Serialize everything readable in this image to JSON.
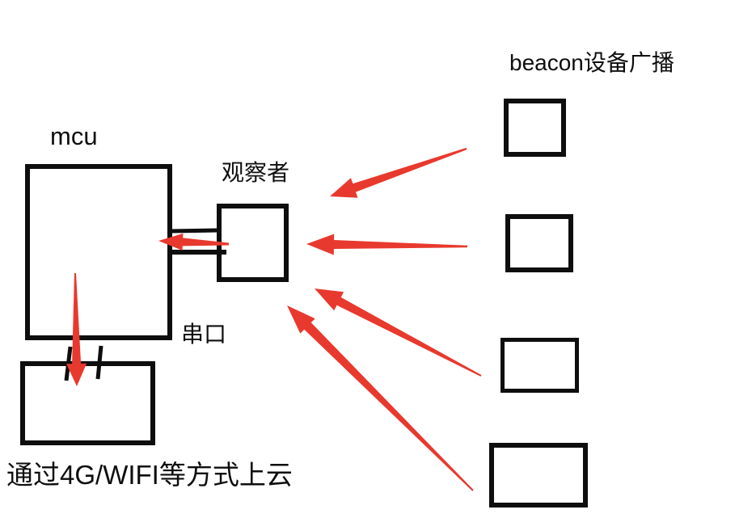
{
  "colors": {
    "ink": "#0e0e0e",
    "arrow": "#e8392e",
    "bg": "#ffffff"
  },
  "diagram": {
    "labels": {
      "mcu": "mcu",
      "observer": "观察者",
      "beacon_broadcast": "beacon设备广播",
      "serial_port": "串口",
      "cloud_caption": "通过4G/WIFI等方式上云"
    }
  }
}
